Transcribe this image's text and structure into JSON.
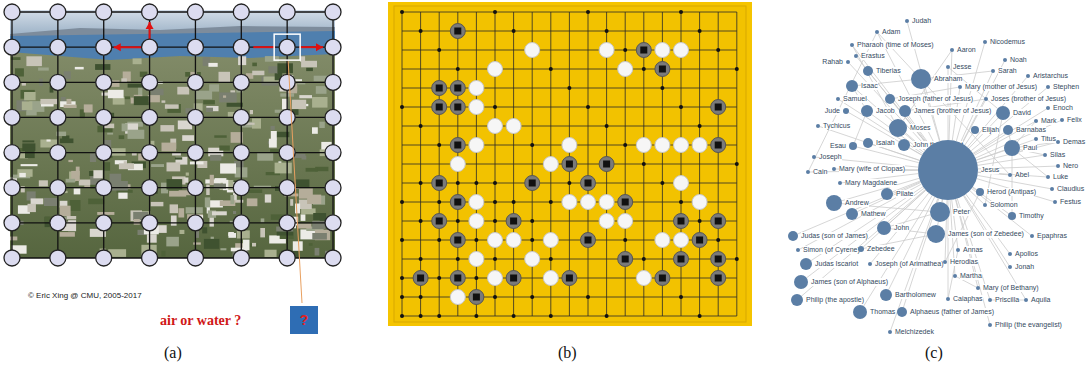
{
  "diagram": {
    "nodes": [
      {
        "text": [
          "?"
        ]
      },
      {
        "text": [
          "Adam"
        ]
      },
      {
        "text": [
          "Judah"
        ]
      },
      {
        "text": [
          "Pharaoh (time of Moses)"
        ]
      },
      {
        "text": [
          "Aaron"
        ]
      },
      {
        "text": [
          "Nicodemus"
        ]
      },
      {
        "text": [
          "Rahab"
        ]
      },
      {
        "text": [
          "Erastus"
        ]
      },
      {
        "text": [
          "Noah"
        ]
      },
      {
        "text": [
          "Tiberias"
        ]
      },
      {
        "text": [
          "Sarah"
        ]
      },
      {
        "text": [
          "Abraham"
        ]
      },
      {
        "text": [
          "Isaac"
        ]
      },
      {
        "text": [
          "Jesse"
        ]
      },
      {
        "text": [
          "Aristarchus"
        ]
      },
      {
        "text": [
          "Samuel"
        ]
      },
      {
        "text": [
          "Mary (mother of Jesus)"
        ]
      },
      {
        "text": [
          "Stephen"
        ]
      },
      {
        "text": [
          "Joseph (father of Jesus)"
        ]
      },
      {
        "text": [
          "Joses (brother of Jesus)"
        ]
      },
      {
        "text": [
          "Jude"
        ]
      },
      {
        "text": [
          "Jacob"
        ]
      },
      {
        "text": [
          "James (brother of Jesus)"
        ]
      },
      {
        "text": [
          "David"
        ]
      },
      {
        "text": [
          "Mark"
        ]
      },
      {
        "text": [
          "Enoch"
        ]
      },
      {
        "text": [
          "Tychicus"
        ]
      },
      {
        "text": [
          "Moses"
        ]
      },
      {
        "text": [
          "Titus"
        ]
      },
      {
        "text": [
          "Felix"
        ]
      },
      {
        "text": [
          "Elijah"
        ]
      },
      {
        "text": [
          "Barnabas"
        ]
      },
      {
        "text": [
          "Demas"
        ]
      },
      {
        "text": [
          "Esau"
        ]
      },
      {
        "text": [
          "Isaiah"
        ]
      },
      {
        "text": [
          "John the Baptist"
        ]
      },
      {
        "text": [
          "Paul"
        ]
      },
      {
        "text": [
          "Silas"
        ]
      },
      {
        "text": [
          "Joseph"
        ]
      },
      {
        "text": [
          "Cain"
        ]
      },
      {
        "text": [
          "Mary (wife of Clopas)"
        ]
      },
      {
        "text": [
          "Nero"
        ]
      },
      {
        "text": [
          "Jesus"
        ]
      },
      {
        "text": [
          "Abel"
        ]
      },
      {
        "text": [
          "Luke"
        ]
      },
      {
        "text": [
          "Mary Magdalene"
        ]
      },
      {
        "text": [
          "Pilate"
        ]
      },
      {
        "text": [
          "Herod (Antipas)"
        ]
      },
      {
        "text": [
          "Claudius"
        ]
      },
      {
        "text": [
          "Festus"
        ]
      },
      {
        "text": [
          "Andrew"
        ]
      },
      {
        "text": [
          "Peter"
        ]
      },
      {
        "text": [
          "Solomon"
        ]
      },
      {
        "text": [
          "Timothy"
        ]
      },
      {
        "text": [
          "Mathew"
        ]
      },
      {
        "text": [
          "John"
        ]
      },
      {
        "text": [
          "James (son of Zebedee)"
        ]
      },
      {
        "text": [
          "Judas (son of James)"
        ]
      },
      {
        "text": [
          "Epaphras"
        ]
      },
      {
        "text": [
          "Simon (of Cyrene)"
        ]
      },
      {
        "text": [
          "Zebedee"
        ]
      },
      {
        "text": [
          "Annas"
        ]
      },
      {
        "text": [
          "Judas Iscariot"
        ]
      },
      {
        "text": [
          "Joseph (of Arimathea)"
        ]
      },
      {
        "text": [
          "Herodias"
        ]
      },
      {
        "text": [
          "Apollos"
        ]
      },
      {
        "text": [
          "Martha"
        ]
      },
      {
        "text": [
          "Jonah"
        ]
      },
      {
        "text": [
          "James (son of Alphaeus)"
        ]
      },
      {
        "text": [
          "Mary (of Bethany)"
        ]
      },
      {
        "text": [
          "Philip (the apostle)"
        ]
      },
      {
        "text": [
          "Bartholomew"
        ]
      },
      {
        "text": [
          "Caiaphas"
        ]
      },
      {
        "text": [
          "Priscilla"
        ]
      },
      {
        "text": [
          "Aquila"
        ]
      },
      {
        "text": [
          "Thomas"
        ]
      },
      {
        "text": [
          "Alphaeus (father of James)"
        ]
      },
      {
        "text": [
          "Philip (the evangelist)"
        ]
      },
      {
        "text": [
          "Melchizedek"
        ]
      }
    ],
    "edges": [
      {
        "from": 1,
        "to": 42,
        "arrow": "none"
      },
      {
        "from": 2,
        "to": 42,
        "arrow": "none"
      },
      {
        "from": 3,
        "to": 42,
        "arrow": "none"
      },
      {
        "from": 4,
        "to": 42,
        "arrow": "none"
      },
      {
        "from": 5,
        "to": 42,
        "arrow": "none"
      },
      {
        "from": 6,
        "to": 42,
        "arrow": "none"
      },
      {
        "from": 7,
        "to": 42,
        "arrow": "none"
      },
      {
        "from": 8,
        "to": 42,
        "arrow": "none"
      },
      {
        "from": 9,
        "to": 42,
        "arrow": "none"
      },
      {
        "from": 10,
        "to": 42,
        "arrow": "none"
      },
      {
        "from": 11,
        "to": 42,
        "arrow": "none"
      },
      {
        "from": 12,
        "to": 42,
        "arrow": "none"
      },
      {
        "from": 13,
        "to": 42,
        "arrow": "none"
      },
      {
        "from": 14,
        "to": 42,
        "arrow": "none"
      },
      {
        "from": 15,
        "to": 42,
        "arrow": "none"
      },
      {
        "from": 16,
        "to": 42,
        "arrow": "none"
      },
      {
        "from": 17,
        "to": 42,
        "arrow": "none"
      },
      {
        "from": 18,
        "to": 42,
        "arrow": "none"
      },
      {
        "from": 19,
        "to": 42,
        "arrow": "none"
      },
      {
        "from": 20,
        "to": 42,
        "arrow": "none"
      },
      {
        "from": 21,
        "to": 42,
        "arrow": "none"
      },
      {
        "from": 22,
        "to": 42,
        "arrow": "none"
      },
      {
        "from": 23,
        "to": 42,
        "arrow": "none"
      },
      {
        "from": 24,
        "to": 42,
        "arrow": "none"
      },
      {
        "from": 25,
        "to": 42,
        "arrow": "none"
      },
      {
        "from": 26,
        "to": 42,
        "arrow": "none"
      },
      {
        "from": 27,
        "to": 42,
        "arrow": "none"
      },
      {
        "from": 28,
        "to": 42,
        "arrow": "none"
      },
      {
        "from": 29,
        "to": 42,
        "arrow": "none"
      },
      {
        "from": 30,
        "to": 42,
        "arrow": "none"
      },
      {
        "from": 31,
        "to": 42,
        "arrow": "none"
      },
      {
        "from": 32,
        "to": 42,
        "arrow": "none"
      },
      {
        "from": 33,
        "to": 42,
        "arrow": "none"
      },
      {
        "from": 34,
        "to": 42,
        "arrow": "none"
      },
      {
        "from": 35,
        "to": 42,
        "arrow": "none"
      },
      {
        "from": 36,
        "to": 42,
        "arrow": "none"
      },
      {
        "from": 37,
        "to": 42,
        "arrow": "none"
      },
      {
        "from": 38,
        "to": 42,
        "arrow": "none"
      },
      {
        "from": 39,
        "to": 42,
        "arrow": "none"
      },
      {
        "from": 40,
        "to": 42,
        "arrow": "none"
      },
      {
        "from": 41,
        "to": 42,
        "arrow": "none"
      },
      {
        "from": 43,
        "to": 42,
        "arrow": "none"
      },
      {
        "from": 44,
        "to": 42,
        "arrow": "none"
      },
      {
        "from": 45,
        "to": 42,
        "arrow": "none"
      },
      {
        "from": 46,
        "to": 42,
        "arrow": "none"
      },
      {
        "from": 47,
        "to": 42,
        "arrow": "none"
      },
      {
        "from": 48,
        "to": 42,
        "arrow": "none"
      },
      {
        "from": 49,
        "to": 42,
        "arrow": "none"
      },
      {
        "from": 50,
        "to": 42,
        "arrow": "none"
      },
      {
        "from": 51,
        "to": 42,
        "arrow": "none"
      },
      {
        "from": 52,
        "to": 42,
        "arrow": "none"
      },
      {
        "from": 53,
        "to": 42,
        "arrow": "none"
      },
      {
        "from": 54,
        "to": 42,
        "arrow": "none"
      },
      {
        "from": 55,
        "to": 42,
        "arrow": "none"
      },
      {
        "from": 56,
        "to": 42,
        "arrow": "none"
      },
      {
        "from": 57,
        "to": 42,
        "arrow": "none"
      },
      {
        "from": 58,
        "to": 42,
        "arrow": "none"
      },
      {
        "from": 59,
        "to": 42,
        "arrow": "none"
      },
      {
        "from": 60,
        "to": 42,
        "arrow": "none"
      },
      {
        "from": 61,
        "to": 42,
        "arrow": "none"
      },
      {
        "from": 62,
        "to": 42,
        "arrow": "none"
      },
      {
        "from": 63,
        "to": 42,
        "arrow": "none"
      },
      {
        "from": 64,
        "to": 42,
        "arrow": "none"
      },
      {
        "from": 65,
        "to": 42,
        "arrow": "none"
      },
      {
        "from": 66,
        "to": 42,
        "arrow": "none"
      },
      {
        "from": 67,
        "to": 42,
        "arrow": "none"
      },
      {
        "from": 68,
        "to": 42,
        "arrow": "none"
      },
      {
        "from": 69,
        "to": 42,
        "arrow": "none"
      },
      {
        "from": 70,
        "to": 42,
        "arrow": "none"
      },
      {
        "from": 71,
        "to": 42,
        "arrow": "none"
      },
      {
        "from": 72,
        "to": 42,
        "arrow": "none"
      },
      {
        "from": 73,
        "to": 42,
        "arrow": "none"
      },
      {
        "from": 74,
        "to": 42,
        "arrow": "none"
      },
      {
        "from": 75,
        "to": 42,
        "arrow": "none"
      },
      {
        "from": 76,
        "to": 42,
        "arrow": "none"
      },
      {
        "from": 77,
        "to": 42,
        "arrow": "none"
      },
      {
        "from": 78,
        "to": 42,
        "arrow": "none"
      },
      {
        "from": 11,
        "to": 12,
        "arrow": "none"
      },
      {
        "from": 11,
        "to": 10,
        "arrow": "none"
      },
      {
        "from": 12,
        "to": 21,
        "arrow": "none"
      },
      {
        "from": 21,
        "to": 33,
        "arrow": "none"
      },
      {
        "from": 27,
        "to": 4,
        "arrow": "none"
      },
      {
        "from": 27,
        "to": 3,
        "arrow": "none"
      },
      {
        "from": 23,
        "to": 13,
        "arrow": "none"
      },
      {
        "from": 23,
        "to": 52,
        "arrow": "none"
      },
      {
        "from": 51,
        "to": 55,
        "arrow": "none"
      },
      {
        "from": 51,
        "to": 50,
        "arrow": "none"
      },
      {
        "from": 55,
        "to": 56,
        "arrow": "none"
      },
      {
        "from": 56,
        "to": 60,
        "arrow": "none"
      },
      {
        "from": 36,
        "to": 31,
        "arrow": "none"
      },
      {
        "from": 36,
        "to": 37,
        "arrow": "none"
      },
      {
        "from": 36,
        "to": 53,
        "arrow": "none"
      },
      {
        "from": 47,
        "to": 64,
        "arrow": "none"
      },
      {
        "from": 66,
        "to": 69,
        "arrow": "none"
      },
      {
        "from": 73,
        "to": 74,
        "arrow": "none"
      },
      {
        "from": 36,
        "to": 24,
        "arrow": "none"
      },
      {
        "from": 36,
        "to": 44,
        "arrow": "none"
      },
      {
        "from": 1,
        "to": 43,
        "arrow": "none"
      },
      {
        "from": 1,
        "to": 39,
        "arrow": "none"
      },
      {
        "from": 61,
        "to": 72,
        "arrow": "none"
      },
      {
        "from": 18,
        "to": 16,
        "arrow": "none"
      },
      {
        "from": 22,
        "to": 19,
        "arrow": "none"
      },
      {
        "from": 36,
        "to": 32,
        "arrow": "none"
      }
    ],
    "labels": [
      "© Eric Xing @ CMU, 2005-2017",
      "air or water ?",
      "(a)",
      "(b)",
      "(c)"
    ]
  }
}
